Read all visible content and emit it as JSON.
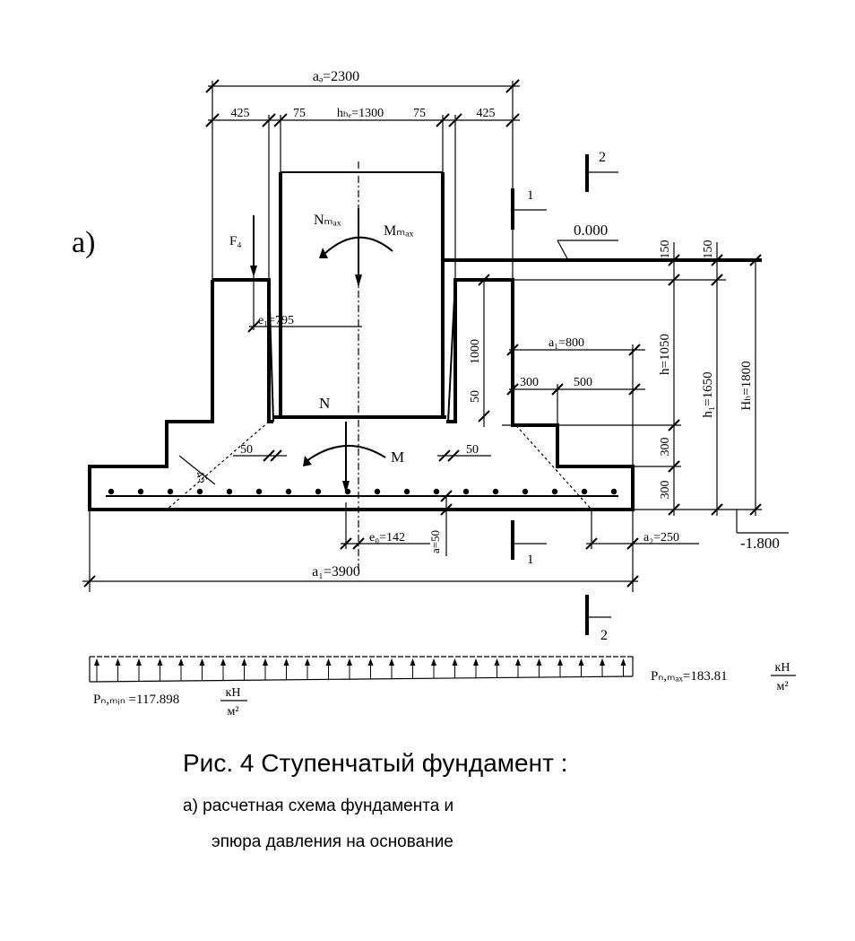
{
  "figure_label": "а)",
  "dims": {
    "top_total": "aₔ=2300",
    "left_step": "425",
    "gap_left": "75",
    "column_width": "hₕₑ=1300",
    "gap_right": "75",
    "right_step": "425",
    "ground_mark": "0.000",
    "elev_150_a": "150",
    "elev_150_b": "150",
    "h_1050": "h=1050",
    "h1_1650": "h₁=1650",
    "hf_1800": "Hₕ=1800",
    "a1": "a₁=800",
    "d300": "300",
    "d500": "500",
    "v1000": "1000",
    "v50": "50",
    "v300a": "300",
    "v300b": "300",
    "e1": "e₁=795",
    "d50_left": "50",
    "d50_right": "50",
    "e0": "e₀=142",
    "a_50": "a=50",
    "a2": "a₂=250",
    "a_total": "a₁=3900",
    "bottom_mark": "-1.800",
    "angle": "45"
  },
  "loads": {
    "f": "F₄",
    "nmax": "Nₘₐₓ",
    "mmax": "Mₘₐₓ",
    "n": "N",
    "m": "M"
  },
  "sections": {
    "s1_top": "1",
    "s1_bottom": "1",
    "s2_top": "2",
    "s2_bottom": "2"
  },
  "pressure": {
    "min_label": "Pₙ,ₘᵢₙ =117.898",
    "max_label": "Pₙ,ₘₐₓ=183.81",
    "unit_num": "кН",
    "unit_den": "м²"
  },
  "caption": {
    "title": "Рис. 4 Ступенчатый фундамент :",
    "line1": "а) расчетная схема фундамента и",
    "line2": "эпюра давления на основание"
  }
}
